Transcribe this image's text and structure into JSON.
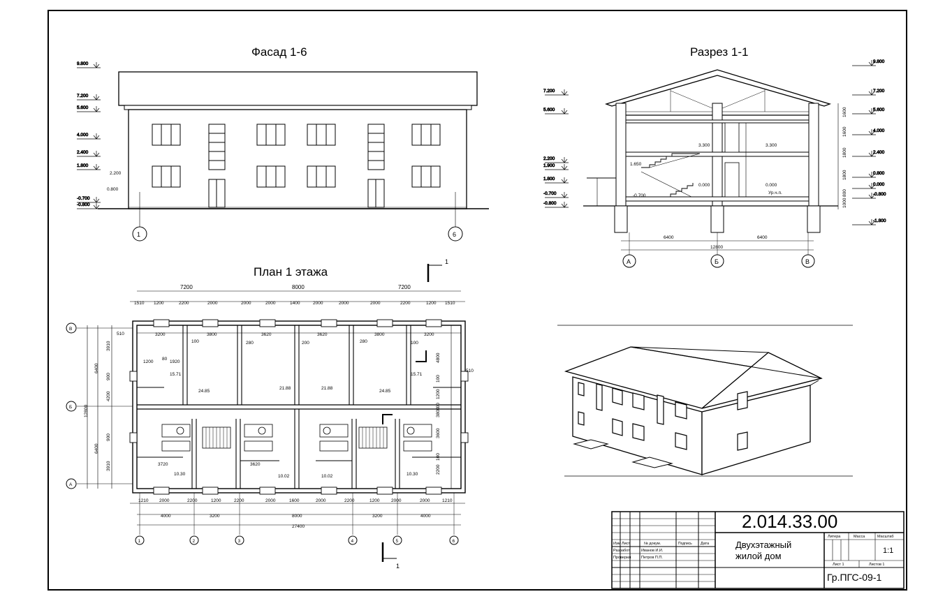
{
  "titles": {
    "facade": "Фасад 1-6",
    "section": "Разрез 1-1",
    "plan": "План 1 этажа"
  },
  "facade": {
    "levels": [
      "9.800",
      "7.200",
      "5.600",
      "4.000",
      "2.400",
      "1.800",
      "-0.700",
      "-0.800"
    ],
    "extra_levels": [
      "2.200",
      "0.800"
    ],
    "axes": [
      "1",
      "6"
    ]
  },
  "section": {
    "left_levels": [
      "7.200",
      "5.600",
      "2.200",
      "1.900",
      "1.800",
      "-0.700",
      "-0.800"
    ],
    "right_levels": [
      "9.800",
      "7.200",
      "5.600",
      "4.000",
      "2.400",
      "0.800",
      "0.000",
      "-0.800",
      "-1.800"
    ],
    "inner_marks": [
      "3.300",
      "3.300",
      "1.650",
      "0.000",
      "0.000",
      "-0.700",
      "Ур.ч.п."
    ],
    "vertical_dims": [
      "1600",
      "1600",
      "1800",
      "1800",
      "800",
      "1000"
    ],
    "bottom_dims": [
      "6400",
      "6400",
      "12800"
    ],
    "axes": [
      "А",
      "Б",
      "В"
    ]
  },
  "plan": {
    "top_overall": [
      "7200",
      "8000",
      "7200"
    ],
    "top_detail": [
      "1510",
      "1200",
      "2200",
      "2000",
      "2000",
      "2000",
      "1400",
      "2000",
      "2000",
      "2000",
      "2200",
      "1200",
      "1510"
    ],
    "room_widths_top": [
      "3200",
      "3800",
      "3620",
      "3620",
      "3800",
      "3200"
    ],
    "bottom_detail": [
      "1210",
      "2000",
      "2200",
      "1200",
      "2200",
      "2000",
      "1600",
      "2000",
      "2200",
      "1200",
      "2000",
      "2000",
      "1210"
    ],
    "bottom_mid": [
      "4000",
      "3200",
      "8000",
      "3200",
      "4000"
    ],
    "bottom_total": "27400",
    "left_dims": [
      "510",
      "3910",
      "6400",
      "900",
      "4200",
      "12800",
      "900",
      "6400",
      "3910"
    ],
    "right_dims": [
      "510",
      "4800",
      "1200",
      "3800",
      "3600",
      "2200"
    ],
    "inner_dims": [
      "1200",
      "80",
      "1920",
      "100",
      "280",
      "200",
      "280",
      "100",
      "3720",
      "3620",
      "100",
      "100",
      "100"
    ],
    "areas": [
      "15.71",
      "24.85",
      "21.88",
      "21.88",
      "24.85",
      "15.71",
      "10.30",
      "10.02",
      "10.02",
      "10.30"
    ],
    "row_axes": [
      "В",
      "Б",
      "А"
    ],
    "col_axes": [
      "1",
      "2",
      "3",
      "4",
      "5",
      "6"
    ],
    "section_mark": "1"
  },
  "stamp": {
    "code": "2.014.33.00",
    "name_line1": "Двухэтажный",
    "name_line2": "жилой дом",
    "group": "Гр.ПГС-09-1",
    "col_izm": "Изм",
    "col_list": "Лист",
    "col_doc": "№ докум.",
    "col_sign": "Подпись",
    "col_date": "Дата",
    "role_dev": "Разработ",
    "role_chk": "Проверил",
    "dev_name": "Иванов И.И.",
    "chk_name": "Петров П.П.",
    "lit": "Литера",
    "mass": "Масса",
    "scale_h": "Масштаб",
    "scale": "1:1",
    "sheet": "Лист 1",
    "sheets": "Листов 1"
  }
}
